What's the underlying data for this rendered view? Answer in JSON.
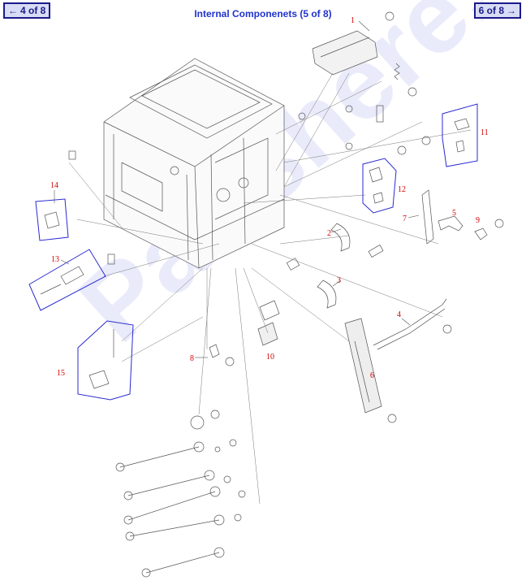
{
  "header": {
    "title": "Internal Componenets (5 of 8)",
    "prev_label": "4 of 8",
    "next_label": "6 of 8",
    "prev_icon": "arrow-left-icon",
    "next_icon": "arrow-right-icon"
  },
  "watermark": "Partshere.co",
  "callouts": {
    "c1": "1",
    "c2": "2",
    "c3": "3",
    "c4": "4",
    "c5": "5",
    "c6": "6",
    "c7": "7",
    "c8": "8",
    "c9": "9",
    "c10": "10",
    "c11": "11",
    "c12": "12",
    "c13": "13",
    "c14": "14",
    "c15": "15"
  },
  "colors": {
    "accent": "#1a1a8c",
    "title": "#2233cc",
    "callout": "#d40000",
    "group_box": "#2a2ad0"
  }
}
